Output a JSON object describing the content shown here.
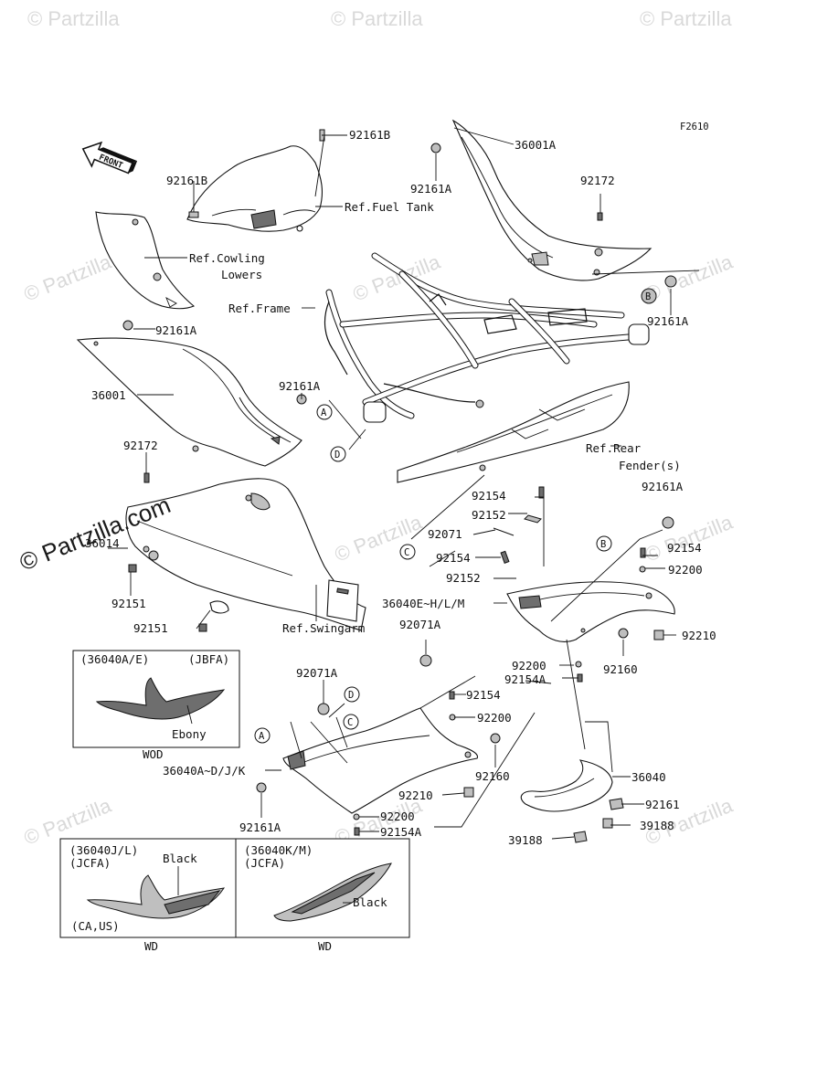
{
  "figure_code": "F2610",
  "front_label": "FRONT",
  "watermark": "© Partzilla",
  "watermark_main": "© Partzilla.com",
  "labels": {
    "p92161B_top": "92161B",
    "p36001A": "36001A",
    "p92161B_left": "92161B",
    "ref_fuel_tank": "Ref.Fuel Tank",
    "p92161A_top": "92161A",
    "p92172_top": "92172",
    "ref_cowling_1": "Ref.Cowling",
    "ref_cowling_2": "Lowers",
    "ref_frame": "Ref.Frame",
    "p92161A_right": "92161A",
    "p92161A_left": "92161A",
    "p36001": "36001",
    "p92161A_mid": "92161A",
    "p92172_left": "92172",
    "ref_rear_fender_1": "Ref.Rear",
    "ref_rear_fender_2": "Fender(s)",
    "p92154_a": "92154",
    "p92161A_far": "92161A",
    "p92152_a": "92152",
    "p36014": "36014",
    "p92071": "92071",
    "p92154_b": "92154",
    "p92154_c": "92154",
    "p92152_b": "92152",
    "p92200_a": "92200",
    "p92151_a": "92151",
    "p36040E": "36040E~H/L/M",
    "p92151_b": "92151",
    "ref_swingarm": "Ref.Swingarm",
    "p92071A_a": "92071A",
    "p92210_a": "92210",
    "p92200_b": "92200",
    "p92154A_a": "92154A",
    "p92160_a": "92160",
    "p92071A_b": "92071A",
    "p92154_d": "92154",
    "p92200_c": "92200",
    "p36040A": "36040A~D/J/K",
    "p92160_b": "92160",
    "p36040": "36040",
    "p92210_b": "92210",
    "p92161": "92161",
    "p92161A_bottom": "92161A",
    "p92200_d": "92200",
    "p39188_a": "39188",
    "p92154A_b": "92154A",
    "p39188_b": "39188"
  },
  "callouts": {
    "a1": "A",
    "a2": "A",
    "b1": "B",
    "b2": "B",
    "c1": "C",
    "c2": "C",
    "d1": "D",
    "d2": "D"
  },
  "inset1": {
    "line1": "(36040A/E)",
    "line2": "(JBFA)",
    "color": "Ebony",
    "caption": "WOD"
  },
  "inset2": {
    "line1": "(36040J/L)",
    "line2": "(JCFA)",
    "color": "Black",
    "region": "(CA,US)",
    "caption": "WD"
  },
  "inset3": {
    "line1": "(36040K/M)",
    "line2": "(JCFA)",
    "color": "Black",
    "caption": "WD"
  }
}
